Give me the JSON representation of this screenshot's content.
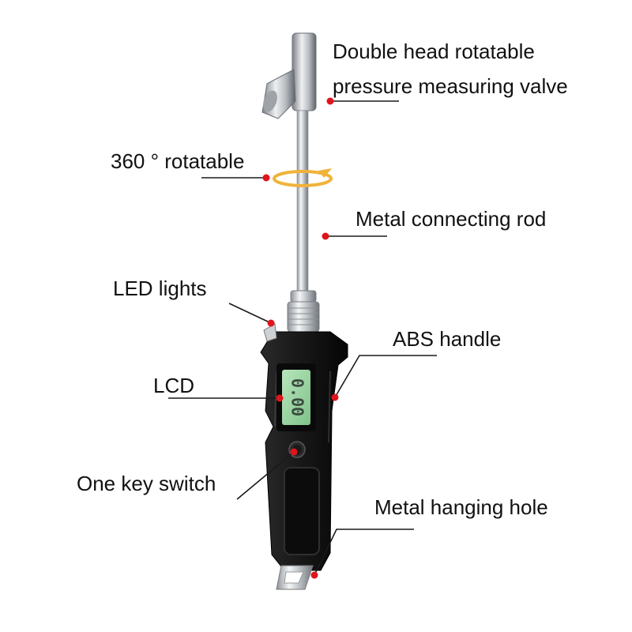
{
  "colors": {
    "leader_line": "#1a1a1a",
    "dot": "#e0141b",
    "handle": "#151515",
    "metal": "#c9ccd0",
    "lcd": "#9fd3a6",
    "rotation_arrow": "#f0b33a"
  },
  "labels": {
    "valve_line1": "Double head rotatable",
    "valve_line2": "pressure measuring valve",
    "rotatable": "360 °  rotatable",
    "rod": "Metal connecting rod",
    "led": "LED lights",
    "abs": "ABS handle",
    "lcd": "LCD",
    "switch": "One key switch",
    "hole": "Metal hanging hole"
  },
  "lcd_readout": "0.00"
}
